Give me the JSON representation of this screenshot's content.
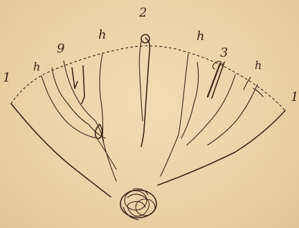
{
  "sketch": {
    "ink_color": "#3b2417",
    "paper_color": "#ecd3a9",
    "marks": [
      {
        "id": "left-1",
        "text": "1"
      },
      {
        "id": "h-1",
        "text": "h"
      },
      {
        "id": "mark-9",
        "text": "9"
      },
      {
        "id": "h-2",
        "text": "h"
      },
      {
        "id": "top-2",
        "text": "2"
      },
      {
        "id": "h-3",
        "text": "h"
      },
      {
        "id": "mark-3",
        "text": "3"
      },
      {
        "id": "h-4",
        "text": "h"
      },
      {
        "id": "right-1",
        "text": "1"
      }
    ]
  }
}
